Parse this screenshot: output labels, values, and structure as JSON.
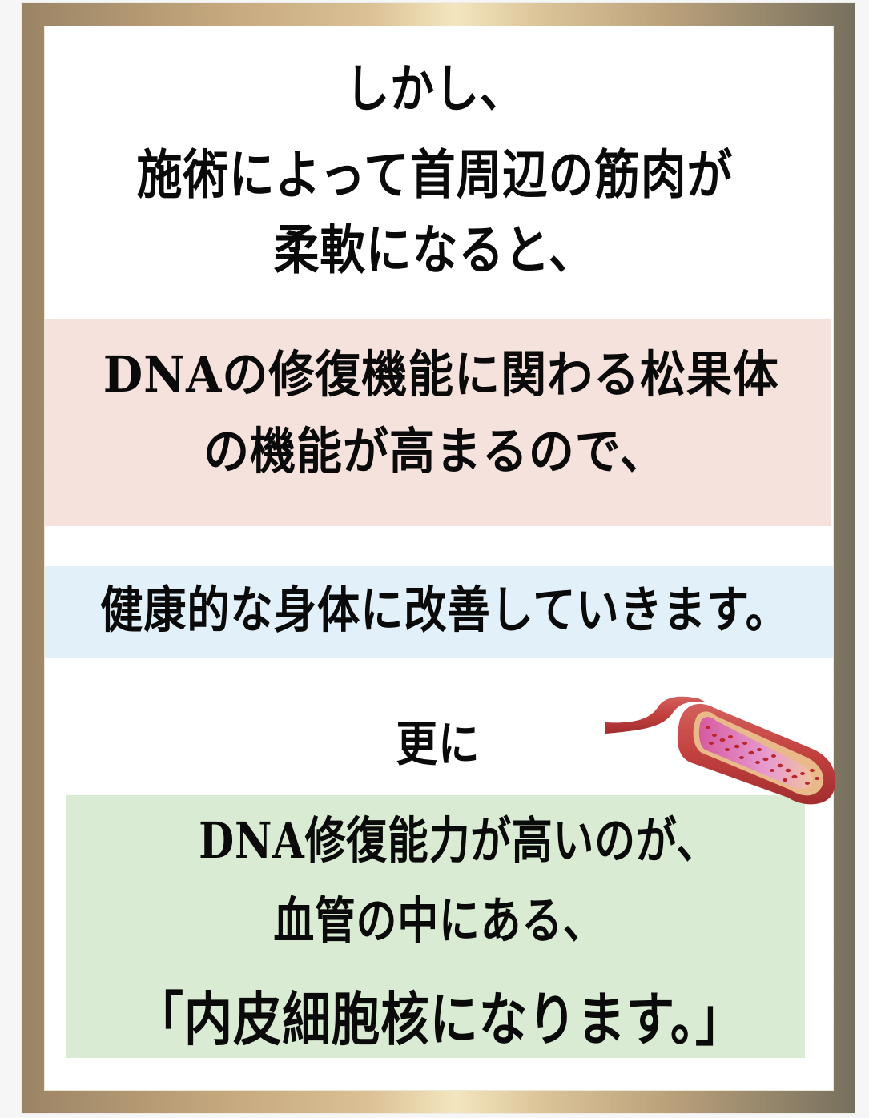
{
  "frame": {
    "gradient_colors": [
      "#9b8465",
      "#c6a97e",
      "#f3e6bf",
      "#b9a07a",
      "#77705e"
    ],
    "inner_background": "#ffffff"
  },
  "intro": {
    "line1": "しかし、",
    "line2": "施術によって首周辺の筋肉が",
    "line3": "柔軟になると、"
  },
  "pink_box": {
    "background": "#f6e2dc",
    "line1": "DNAの修復機能に関わる松果体",
    "line2": "の機能が高まるので、"
  },
  "blue_box": {
    "background": "#e2f0f9",
    "line1": "健康的な身体に改善していきます。"
  },
  "further": {
    "label": "更に"
  },
  "illustration": {
    "icon": "blood-vessel-cross-section-illustration"
  },
  "green_box": {
    "background": "#d9ebd2",
    "line1": "DNA修復能力が高いのが、",
    "line2": "血管の中にある、",
    "line3": "「内皮細胞核になります。」"
  }
}
